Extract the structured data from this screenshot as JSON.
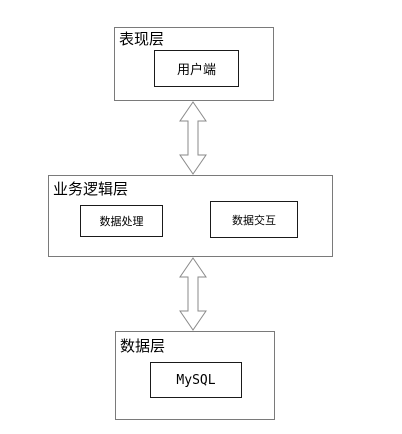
{
  "presentation_layer": {
    "title": "表现层",
    "client_box": "用户端"
  },
  "business_layer": {
    "title": "业务逻辑层",
    "data_processing_box": "数据处理",
    "data_exchange_box": "数据交互"
  },
  "data_layer": {
    "title": "数据层",
    "db_box": "MySQL"
  }
}
